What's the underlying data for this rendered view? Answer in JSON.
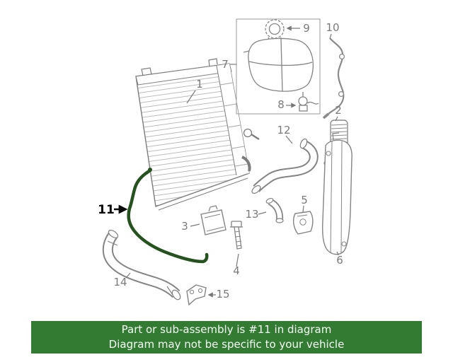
{
  "banner": {
    "line1": "Part or sub-assembly is #11 in diagram",
    "line2": "Diagram may not be specific to your vehicle",
    "bg_color": "#337a33",
    "text_color": "#f4fff4"
  },
  "highlight": {
    "color": "#26521f"
  },
  "diagram": {
    "line_color": "#848484",
    "label_color": "#7a7a7a"
  },
  "callouts": {
    "part1": "1",
    "part2": "2",
    "part3": "3",
    "part4": "4",
    "part5": "5",
    "part6": "6",
    "part7": "7",
    "part8": "8",
    "part9": "9",
    "part10": "10",
    "part11": "11",
    "part12": "12",
    "part13": "13",
    "part14": "14",
    "part15": "15"
  }
}
